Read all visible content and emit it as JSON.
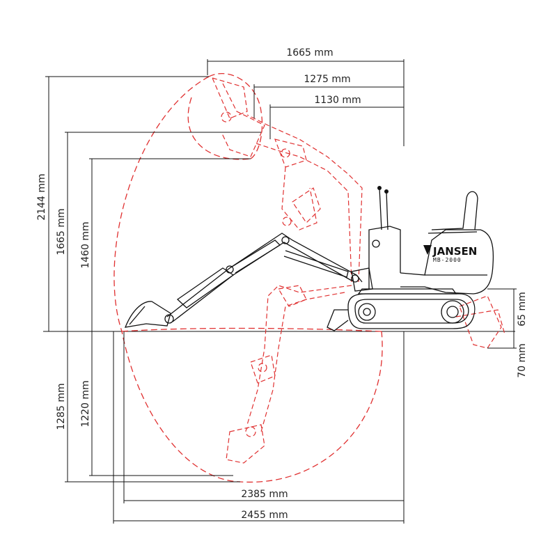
{
  "dimensions": {
    "top": [
      "1665 mm",
      "1275 mm",
      "1130 mm"
    ],
    "left_upper": [
      "2144 mm",
      "1665 mm",
      "1460 mm"
    ],
    "left_lower": [
      "1285 mm",
      "1220 mm"
    ],
    "bottom": [
      "2385 mm",
      "2455 mm"
    ],
    "right": [
      "65 mm",
      "70 mm"
    ]
  },
  "machine": {
    "brand": "JANSEN",
    "model": "MB-2000",
    "icon": "jansen-logo-icon"
  },
  "colors": {
    "lines": "#111111",
    "reach_envelope": "#e03030"
  }
}
